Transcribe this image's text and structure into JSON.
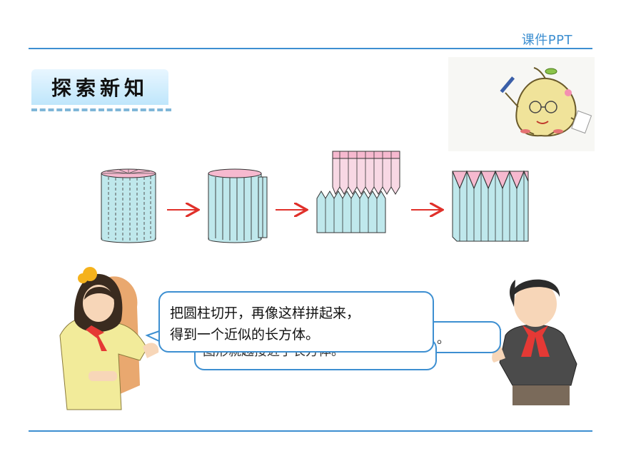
{
  "header": {
    "brand": "课件PPT"
  },
  "section": {
    "title": "探索新知"
  },
  "speech": {
    "front_lines": [
      "把圆柱切开，再像这样拼起来，",
      "得到一个近似的长方体。"
    ],
    "back_partial": "图形就越接近于长方体。",
    "back_right_partial": "。"
  },
  "colors": {
    "accent": "#3d8fd1",
    "solid_fill": "#bfe8ec",
    "top_fill": "#f6b9cf",
    "arrow": "#e0302a"
  },
  "icons": [
    "pear-mascot-illustration",
    "girl-students-illustration",
    "boy-student-illustration",
    "arrow-right-icon"
  ]
}
